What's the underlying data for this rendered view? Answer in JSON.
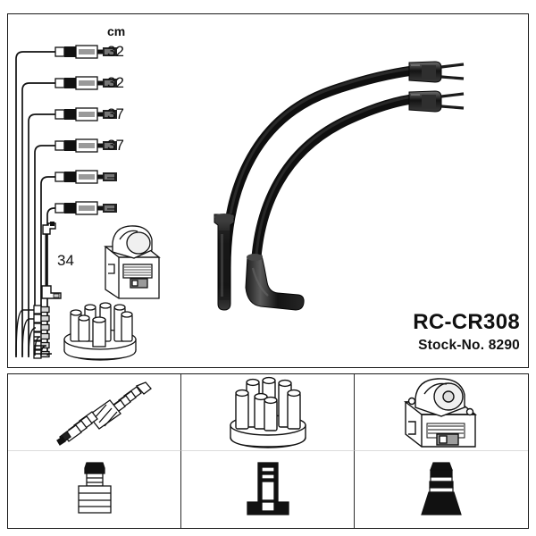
{
  "product": {
    "part_code": "RC-CR308",
    "stock_no": "Stock-No. 8290"
  },
  "measurements": {
    "unit_header": "cm",
    "rows": [
      {
        "id": "cable-1",
        "length": "32"
      },
      {
        "id": "cable-2",
        "length": "32"
      },
      {
        "id": "cable-3",
        "length": "37"
      },
      {
        "id": "cable-4",
        "length": "37"
      },
      {
        "id": "cable-5",
        "length": "–"
      },
      {
        "id": "cable-6",
        "length": "–"
      }
    ],
    "coil_lead_length": "34"
  },
  "legend_cells": [
    {
      "id": "spark-plug-connector",
      "icon": "spark-plug-icon"
    },
    {
      "id": "distributor-cap-connector",
      "icon": "distributor-cap-icon"
    },
    {
      "id": "ignition-coil-connector",
      "icon": "ignition-coil-icon"
    },
    {
      "id": "spark-plug-terminal",
      "icon": "spark-plug-terminal-icon"
    },
    {
      "id": "distributor-terminal",
      "icon": "distributor-terminal-icon"
    },
    {
      "id": "coil-terminal",
      "icon": "coil-terminal-icon"
    }
  ],
  "colors": {
    "ink": "#1a1a1a",
    "cable": "#111111",
    "grey_fill": "#8d8d8d",
    "light_grey": "#cfcfcf",
    "background": "#ffffff"
  }
}
